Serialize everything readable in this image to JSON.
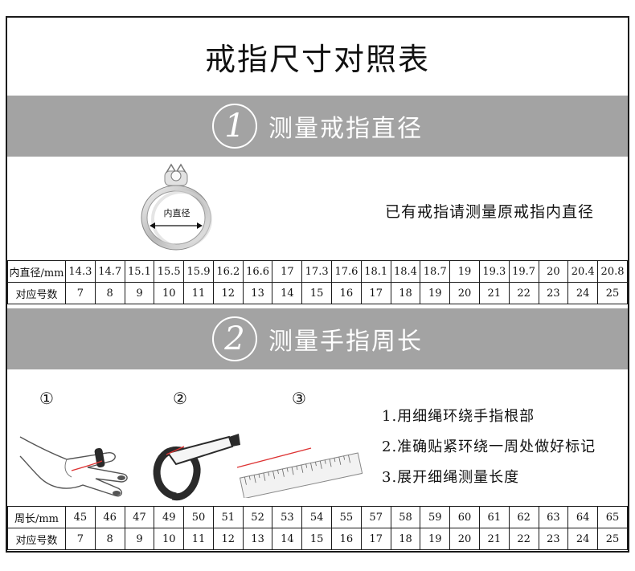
{
  "title": "戒指尺寸对照表",
  "section1": {
    "number": "1",
    "heading": "测量戒指直径",
    "diagram_label": "内直径",
    "note": "已有戒指请测量原戒指内直径"
  },
  "table1": {
    "row1_head": "内直径/mm",
    "row1": [
      "14.3",
      "14.7",
      "15.1",
      "15.5",
      "15.9",
      "16.2",
      "16.6",
      "17",
      "17.3",
      "17.6",
      "18.1",
      "18.4",
      "18.7",
      "19",
      "19.3",
      "19.7",
      "20",
      "20.4",
      "20.8"
    ],
    "row2_head": "对应号数",
    "row2": [
      "7",
      "8",
      "9",
      "10",
      "11",
      "12",
      "13",
      "14",
      "15",
      "16",
      "17",
      "18",
      "19",
      "20",
      "21",
      "22",
      "23",
      "24",
      "25"
    ]
  },
  "section2": {
    "number": "2",
    "heading": "测量手指周长",
    "step_markers": [
      "①",
      "②",
      "③"
    ],
    "steps": [
      "1.用细绳环绕手指根部",
      "2.准确贴紧环绕一周处做好标记",
      "3.展开细绳测量长度"
    ]
  },
  "table2": {
    "row1_head": "周长/mm",
    "row1": [
      "45",
      "46",
      "47",
      "49",
      "50",
      "51",
      "52",
      "53",
      "54",
      "55",
      "57",
      "58",
      "59",
      "60",
      "61",
      "62",
      "63",
      "64",
      "65"
    ],
    "row2_head": "对应号数",
    "row2": [
      "7",
      "8",
      "9",
      "10",
      "11",
      "12",
      "13",
      "14",
      "15",
      "16",
      "17",
      "18",
      "19",
      "20",
      "21",
      "22",
      "23",
      "24",
      "25"
    ]
  }
}
